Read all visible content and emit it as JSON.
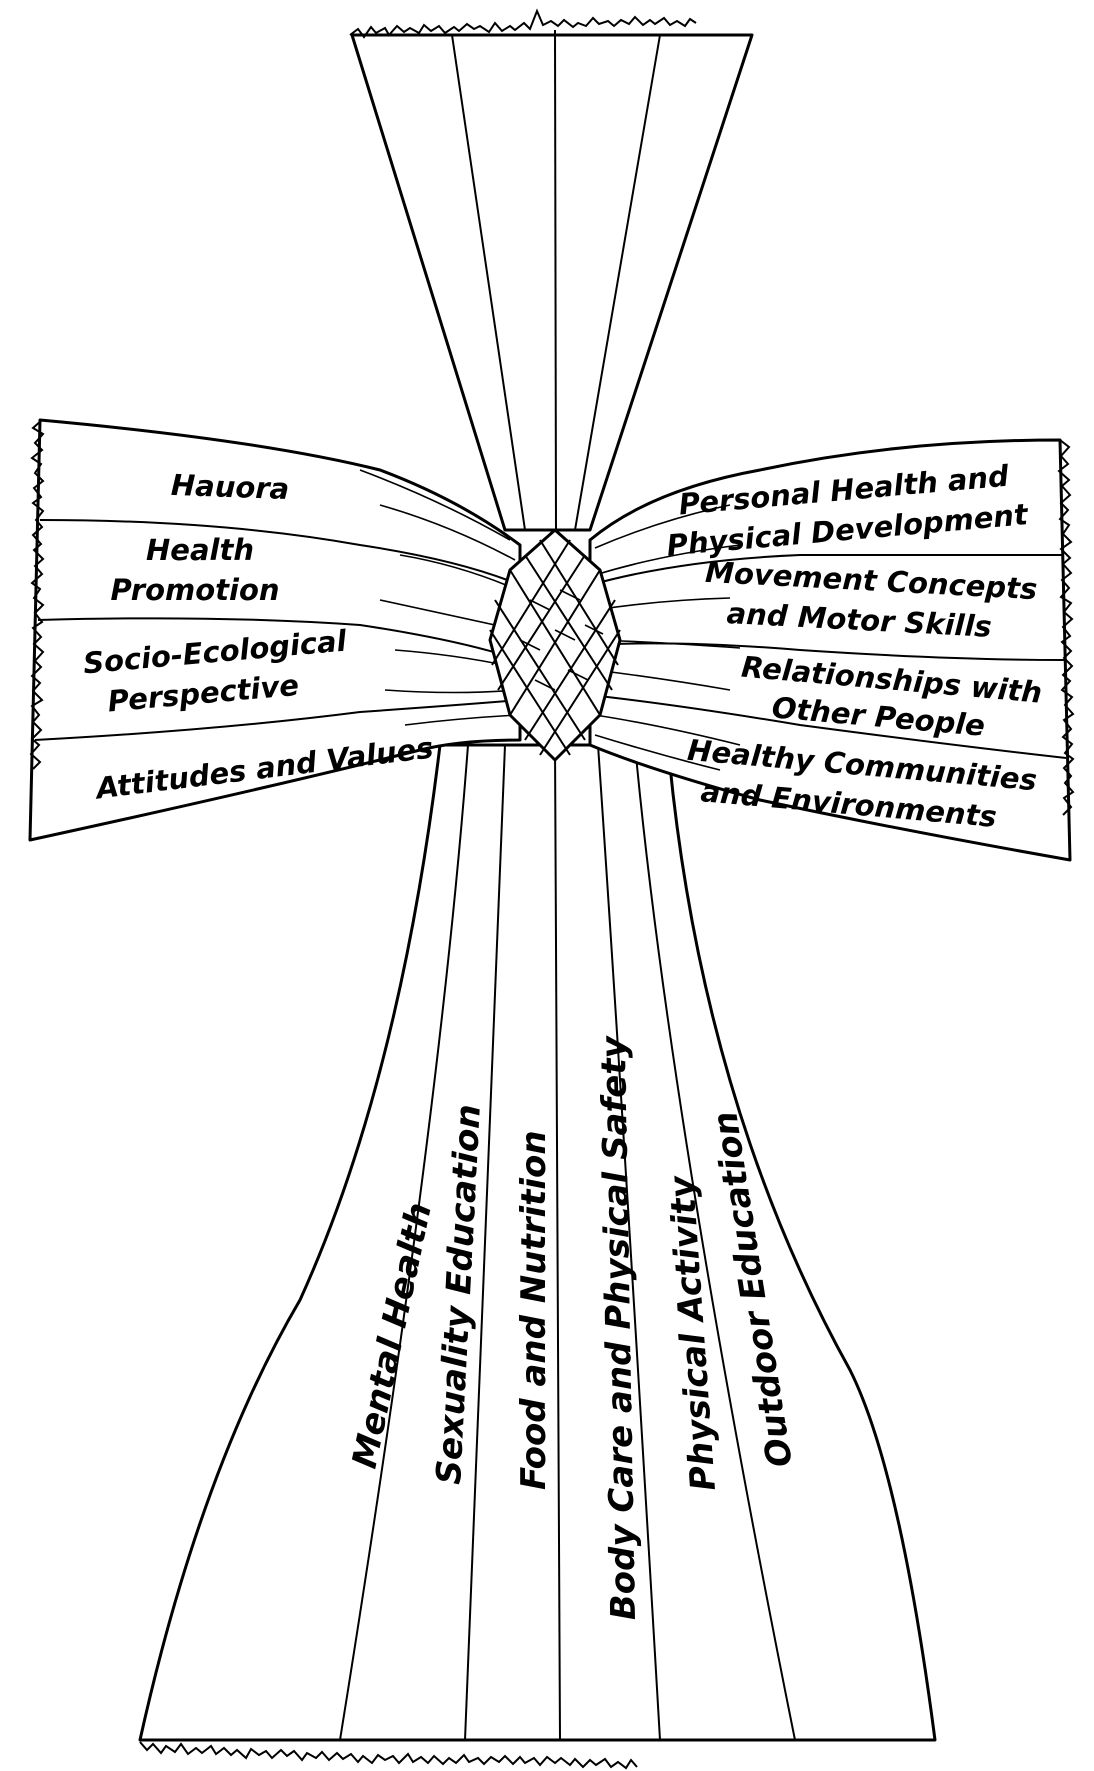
{
  "diagram": {
    "left_strands": [
      "Hauora",
      "Health Promotion",
      "Socio-Ecological Perspective",
      "Attitudes and Values"
    ],
    "right_strands": [
      "Personal Health and Physical Development",
      "Movement Concepts and Motor Skills",
      "Relationships with Other People",
      "Healthy Communities and Environments"
    ],
    "vertical_strands": [
      "Mental Health",
      "Sexuality Education",
      "Food and Nutrition",
      "Body Care and Physical Safety",
      "Physical Activity",
      "Outdoor Education"
    ]
  }
}
